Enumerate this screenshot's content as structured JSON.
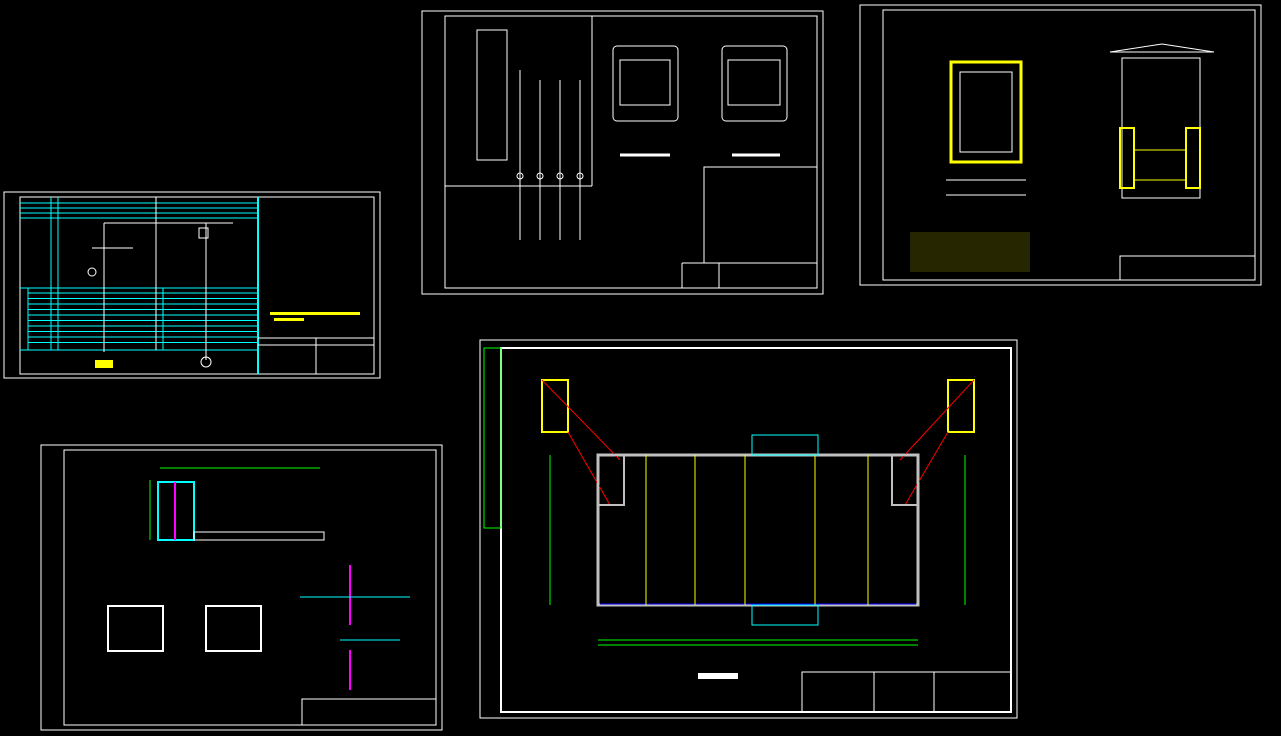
{
  "canvas": {
    "background": "#000000"
  },
  "colors": {
    "frame": "#ffffff",
    "cyan": "#00ffff",
    "yellow": "#ffff00",
    "green": "#00ff00",
    "red": "#ff0000",
    "blue": "#0000ff",
    "magenta": "#ff00ff",
    "wall": "#c0c0c0"
  },
  "sheets": [
    {
      "id": "single-line-diagram"
    },
    {
      "id": "distribution-cabinet"
    },
    {
      "id": "box-section-details"
    },
    {
      "id": "room-plan-and-schedules"
    },
    {
      "id": "floor-plan"
    }
  ]
}
